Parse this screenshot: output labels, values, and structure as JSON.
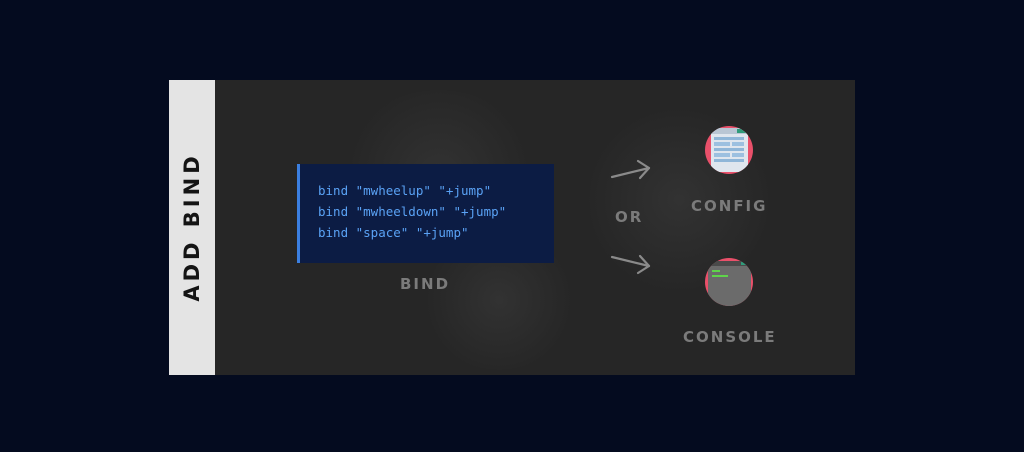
{
  "side_tab": {
    "label": "ADD BIND"
  },
  "code": {
    "lines": [
      "bind \"mwheelup\" \"+jump\"",
      "bind \"mwheeldown\" \"+jump\"",
      "bind \"space\" \"+jump\""
    ],
    "caption": "BIND"
  },
  "connector": {
    "label": "OR"
  },
  "options": {
    "config": {
      "label": "CONFIG",
      "icon": "config-file-icon"
    },
    "console": {
      "label": "CONSOLE",
      "icon": "console-window-icon"
    }
  },
  "colors": {
    "page_bg": "#040b1f",
    "card_bg": "#262626",
    "tab_bg": "#e4e4e4",
    "code_bg": "#0c1c44",
    "code_text": "#5aa2f5",
    "accent_border": "#3b7fe0",
    "icon_ring": "#e9506a"
  }
}
